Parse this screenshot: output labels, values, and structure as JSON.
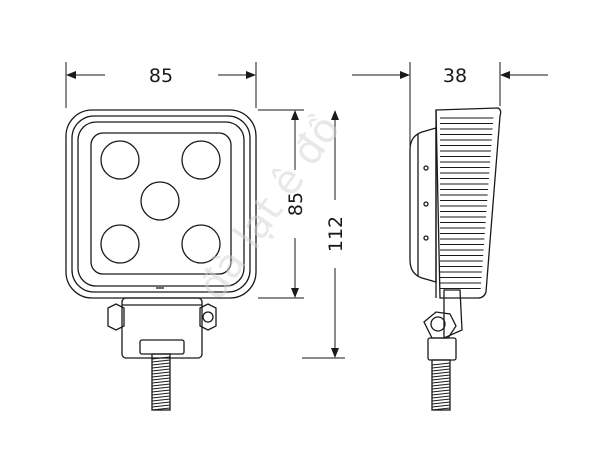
{
  "dimensions": {
    "front_width": "85",
    "front_height": "85",
    "overall_height": "112",
    "side_depth": "38"
  },
  "watermark": "đà lạt ê đồ",
  "colors": {
    "line": "#1a1a1a",
    "background": "#ffffff"
  }
}
